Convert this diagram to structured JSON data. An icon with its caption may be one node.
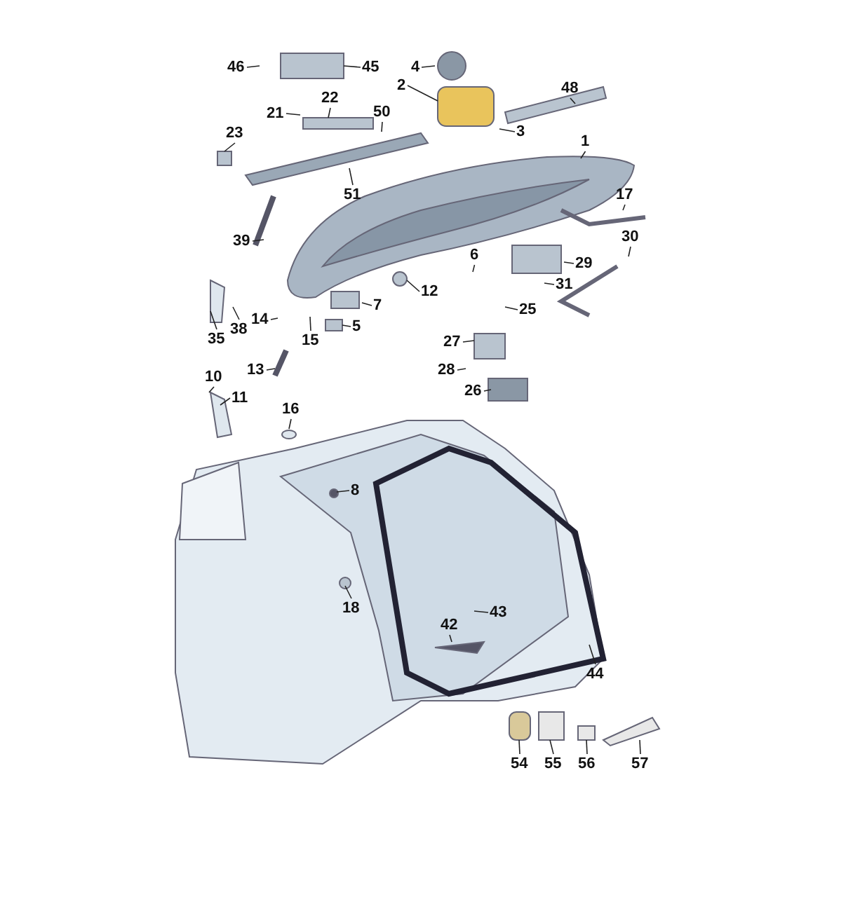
{
  "diagram": {
    "nodes": [
      {
        "text": [
          "46"
        ]
      },
      {
        "text": [
          "45"
        ]
      },
      {
        "text": [
          "4"
        ]
      },
      {
        "text": [
          "2"
        ]
      },
      {
        "text": [
          "48"
        ]
      },
      {
        "text": [
          "21"
        ]
      },
      {
        "text": [
          "22"
        ]
      },
      {
        "text": [
          "50"
        ]
      },
      {
        "text": [
          "3"
        ]
      },
      {
        "text": [
          "23"
        ]
      },
      {
        "text": [
          "1"
        ]
      },
      {
        "text": [
          "51"
        ]
      },
      {
        "text": [
          "17"
        ]
      },
      {
        "text": [
          "39"
        ]
      },
      {
        "text": [
          "30"
        ]
      },
      {
        "text": [
          "6"
        ]
      },
      {
        "text": [
          "29"
        ]
      },
      {
        "text": [
          "12"
        ]
      },
      {
        "text": [
          "31"
        ]
      },
      {
        "text": [
          "7"
        ]
      },
      {
        "text": [
          "25"
        ]
      },
      {
        "text": [
          "14"
        ]
      },
      {
        "text": [
          "38"
        ]
      },
      {
        "text": [
          "5"
        ]
      },
      {
        "text": [
          "35"
        ]
      },
      {
        "text": [
          "15"
        ]
      },
      {
        "text": [
          "27"
        ]
      },
      {
        "text": [
          "13"
        ]
      },
      {
        "text": [
          "28"
        ]
      },
      {
        "text": [
          "10"
        ]
      },
      {
        "text": [
          "26"
        ]
      },
      {
        "text": [
          "11"
        ]
      },
      {
        "text": [
          "16"
        ]
      },
      {
        "text": [
          "8"
        ]
      },
      {
        "text": [
          "18"
        ]
      },
      {
        "text": [
          "43"
        ]
      },
      {
        "text": [
          "42"
        ]
      },
      {
        "text": [
          "44"
        ]
      },
      {
        "text": [
          "54"
        ]
      },
      {
        "text": [
          "55"
        ]
      },
      {
        "text": [
          "56"
        ]
      },
      {
        "text": [
          "57"
        ]
      }
    ],
    "edges": [
      {
        "from": 0,
        "to": null,
        "arrow": "none"
      },
      {
        "from": 1,
        "to": null,
        "arrow": "none"
      },
      {
        "from": 2,
        "to": null,
        "arrow": "none"
      },
      {
        "from": 3,
        "to": null,
        "arrow": "none"
      },
      {
        "from": 4,
        "to": null,
        "arrow": "none"
      },
      {
        "from": 5,
        "to": null,
        "arrow": "none"
      },
      {
        "from": 6,
        "to": null,
        "arrow": "none"
      },
      {
        "from": 7,
        "to": null,
        "arrow": "none"
      },
      {
        "from": 8,
        "to": null,
        "arrow": "none"
      },
      {
        "from": 9,
        "to": null,
        "arrow": "none"
      },
      {
        "from": 10,
        "to": null,
        "arrow": "none"
      },
      {
        "from": 11,
        "to": null,
        "arrow": "none"
      },
      {
        "from": 12,
        "to": null,
        "arrow": "none"
      },
      {
        "from": 13,
        "to": null,
        "arrow": "none"
      },
      {
        "from": 14,
        "to": null,
        "arrow": "none"
      },
      {
        "from": 15,
        "to": null,
        "arrow": "none"
      },
      {
        "from": 16,
        "to": null,
        "arrow": "none"
      },
      {
        "from": 17,
        "to": null,
        "arrow": "none"
      },
      {
        "from": 18,
        "to": null,
        "arrow": "none"
      },
      {
        "from": 19,
        "to": null,
        "arrow": "none"
      },
      {
        "from": 20,
        "to": null,
        "arrow": "none"
      },
      {
        "from": 21,
        "to": null,
        "arrow": "none"
      },
      {
        "from": 22,
        "to": null,
        "arrow": "none"
      },
      {
        "from": 23,
        "to": null,
        "arrow": "none"
      },
      {
        "from": 24,
        "to": null,
        "arrow": "none"
      },
      {
        "from": 25,
        "to": null,
        "arrow": "none"
      },
      {
        "from": 26,
        "to": null,
        "arrow": "none"
      },
      {
        "from": 27,
        "to": null,
        "arrow": "none"
      },
      {
        "from": 28,
        "to": null,
        "arrow": "none"
      },
      {
        "from": 29,
        "to": null,
        "arrow": "none"
      },
      {
        "from": 30,
        "to": null,
        "arrow": "none"
      },
      {
        "from": 31,
        "to": null,
        "arrow": "none"
      },
      {
        "from": 32,
        "to": null,
        "arrow": "none"
      },
      {
        "from": 33,
        "to": null,
        "arrow": "none"
      },
      {
        "from": 34,
        "to": null,
        "arrow": "none"
      },
      {
        "from": 35,
        "to": null,
        "arrow": "none"
      },
      {
        "from": 36,
        "to": null,
        "arrow": "none"
      },
      {
        "from": 37,
        "to": null,
        "arrow": "none"
      },
      {
        "from": 38,
        "to": null,
        "arrow": "none"
      },
      {
        "from": 39,
        "to": null,
        "arrow": "none"
      },
      {
        "from": 40,
        "to": null,
        "arrow": "none"
      },
      {
        "from": 41,
        "to": null,
        "arrow": "none"
      }
    ]
  }
}
